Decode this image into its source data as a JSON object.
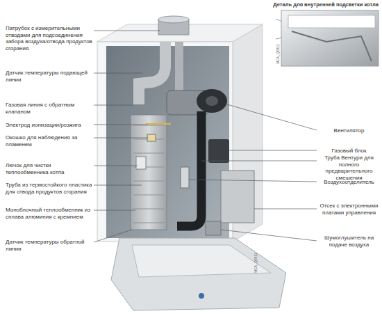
{
  "diagram": {
    "labels": [
      "Патрубок с измерительными отводами для подсоединения забора воздуха/отвода продуктов сгорания",
      "Датчик температуры подающей линии",
      "Газовая линия с обратным клапаном",
      "Электрод ионизации/розжига",
      "Окошко для наблюдения за пламенем",
      "Лючок для чистки теплообменника котла",
      "Труба из термостойкого пластика для отвода продуктов сгорания",
      "Моноблочный теплообменник из сплава алюминия с кремнием",
      "Датчик температуры обратной линии",
      "Деталь для внутренней подсветки котла",
      "Вентилятор",
      "Газовый блок",
      "Труба Вентури для полного предварительного смешения",
      "Воздухоотделитель",
      "Отсек с электронными платами управления",
      "Шумоглушитель на подаче воздуха",
      "MCA_Q0811",
      "MCA_Q0811"
    ]
  }
}
